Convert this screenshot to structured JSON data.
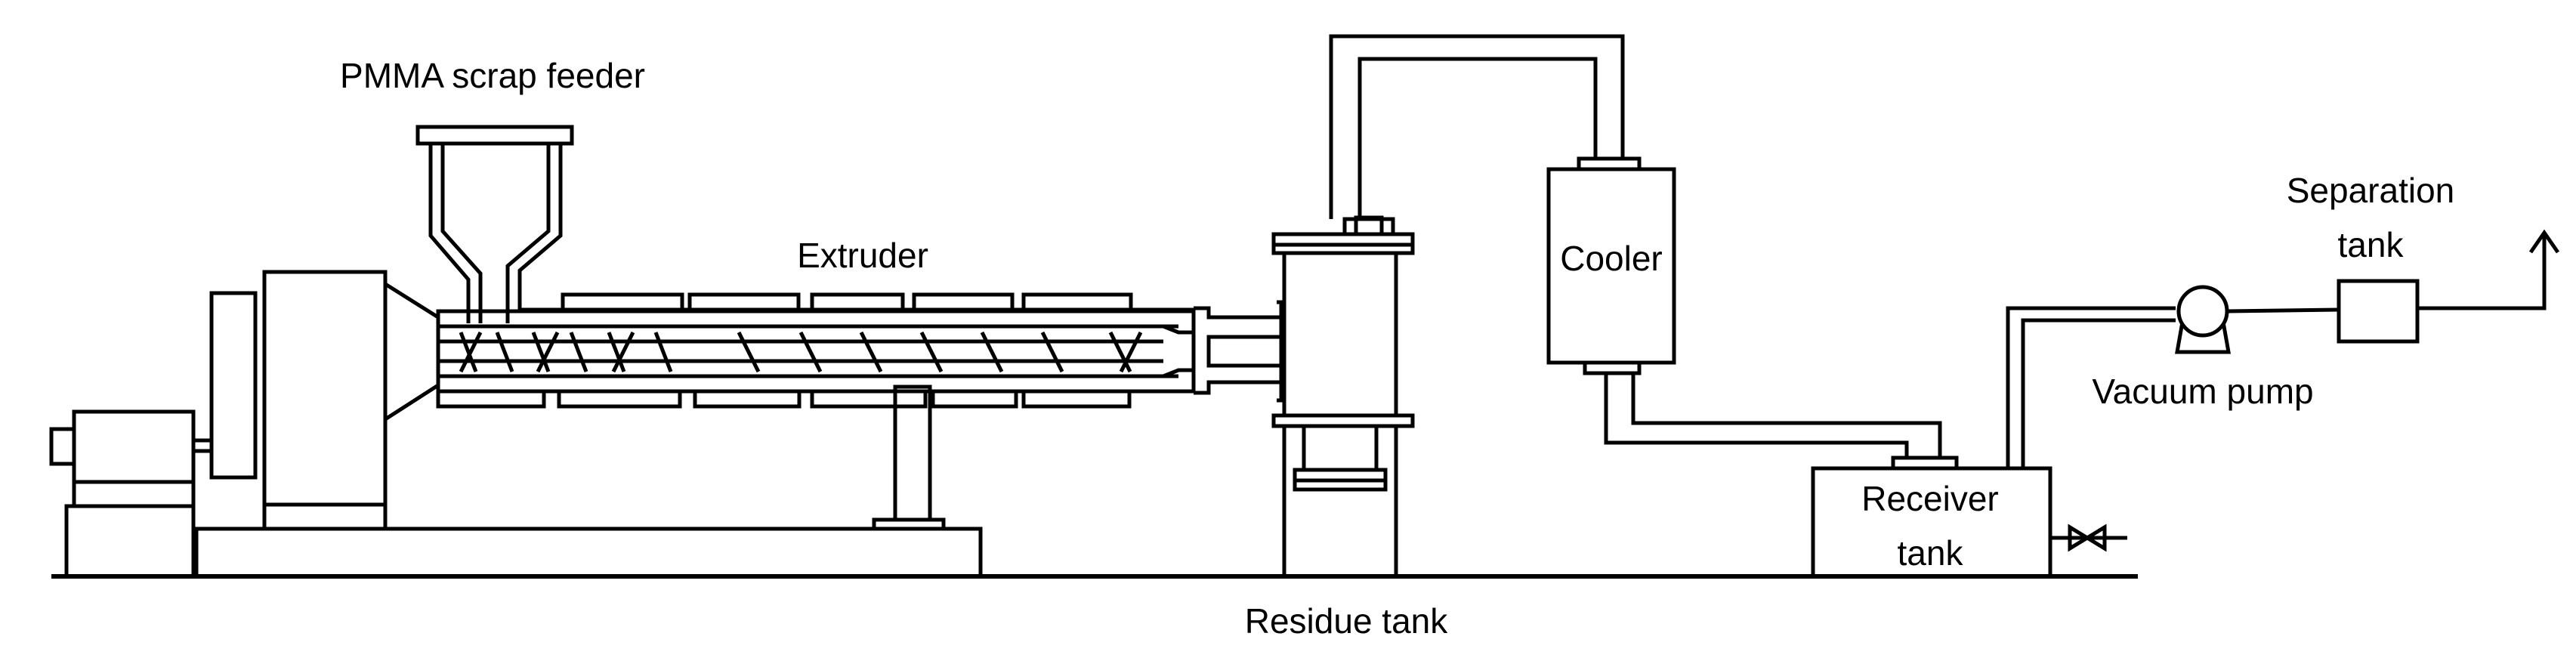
{
  "labels": {
    "feeder": "PMMA scrap feeder",
    "extruder": "Extruder",
    "cooler": "Cooler",
    "separation_line1": "Separation",
    "separation_line2": "tank",
    "vacuum_pump": "Vacuum pump",
    "receiver_line1": "Receiver",
    "receiver_line2": "tank",
    "residue": "Residue tank"
  },
  "colors": {
    "stroke": "#000000",
    "background": "#ffffff"
  }
}
